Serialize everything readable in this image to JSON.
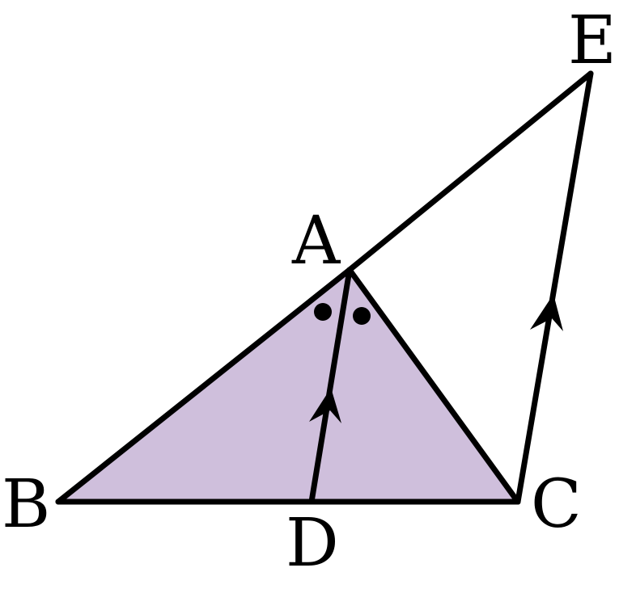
{
  "labels": {
    "A": "A",
    "B": "B",
    "C": "C",
    "D": "D",
    "E": "E"
  },
  "colors": {
    "fill": "#cfbfdc",
    "stroke": "#000000"
  }
}
